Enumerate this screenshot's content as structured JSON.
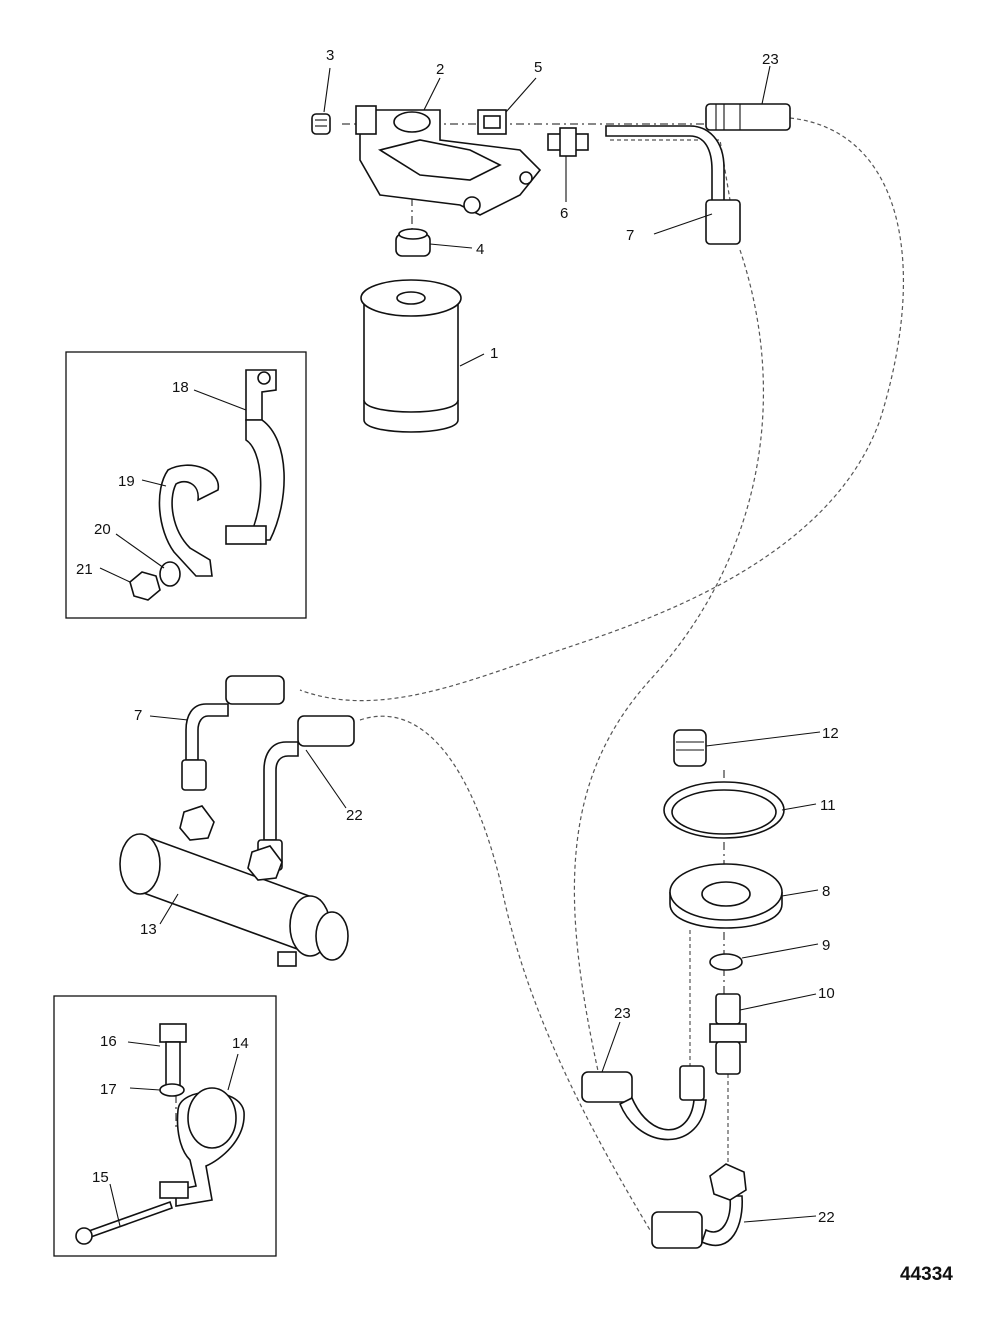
{
  "figure_number": "44334",
  "callouts": {
    "c1": "1",
    "c2": "2",
    "c3": "3",
    "c4": "4",
    "c5": "5",
    "c6": "6",
    "c7a": "7",
    "c7b": "7",
    "c8": "8",
    "c9": "9",
    "c10": "10",
    "c11": "11",
    "c12": "12",
    "c13": "13",
    "c14": "14",
    "c15": "15",
    "c16": "16",
    "c17": "17",
    "c18": "18",
    "c19": "19",
    "c20": "20",
    "c21": "21",
    "c22a": "22",
    "c22b": "22",
    "c23a": "23",
    "c23b": "23"
  }
}
